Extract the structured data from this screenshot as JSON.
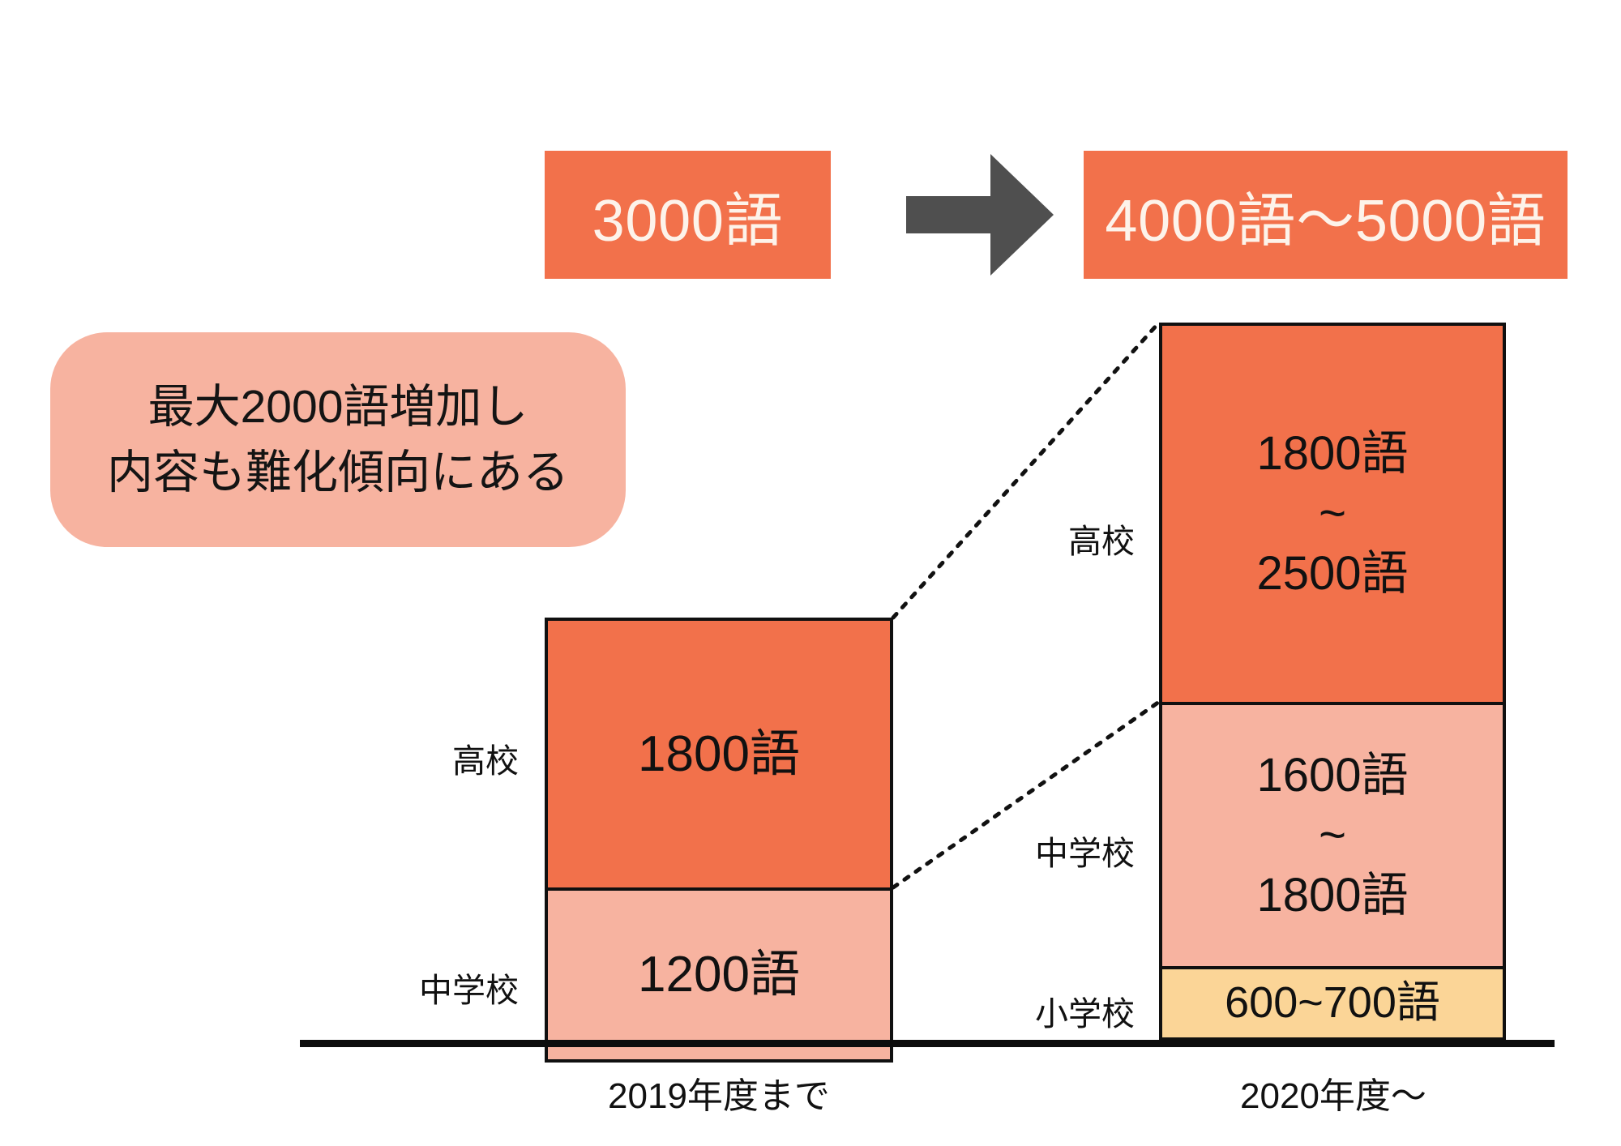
{
  "header": {
    "before_label": "3000語",
    "after_label": "4000語〜5000語",
    "arrow_icon": "right-arrow-icon"
  },
  "callout": {
    "line1": "最大2000語増加し",
    "line2": "内容も難化傾向にある"
  },
  "axis": {
    "left_caption": "2019年度まで",
    "right_caption": "2020年度〜"
  },
  "categories": {
    "high_school": "高校",
    "junior_high": "中学校",
    "elementary": "小学校"
  },
  "colors": {
    "orange": "#F2714B",
    "pink": "#F7B3A0",
    "yellow": "#FBD597",
    "outline": "#101010",
    "arrow_gray": "#4F4F4F",
    "text_dark": "#111111",
    "text_light": "#FDF3EA"
  },
  "chart_data": {
    "type": "bar",
    "title": "",
    "xlabel": "",
    "ylabel": "",
    "categories": [
      "2019年度まで",
      "2020年度〜"
    ],
    "stack_order_bottom_to_top": [
      "小学校",
      "中学校",
      "高校"
    ],
    "series": [
      {
        "name": "小学校",
        "color": "#FBD597",
        "values": [
          null,
          650
        ],
        "labels": [
          "",
          "600~700語"
        ],
        "range": [
          600,
          700
        ]
      },
      {
        "name": "中学校",
        "color": "#F7B3A0",
        "values": [
          1200,
          1700
        ],
        "labels": [
          "1200語",
          "1600語\n~\n1800語"
        ],
        "range": [
          1600,
          1800
        ]
      },
      {
        "name": "高校",
        "color": "#F2714B",
        "values": [
          1800,
          2150
        ],
        "labels": [
          "1800語",
          "1800語\n~\n2500語"
        ],
        "range": [
          1800,
          2500
        ]
      }
    ],
    "totals": [
      "3000語",
      "4000語〜5000語"
    ],
    "grid": false,
    "legend": "none"
  },
  "bars": {
    "left": {
      "high_school_label": "1800語",
      "junior_high_label": "1200語"
    },
    "right": {
      "high_school_label": "1800語\n~\n2500語",
      "junior_high_label": "1600語\n~\n1800語",
      "elementary_label": "600~700語"
    }
  }
}
